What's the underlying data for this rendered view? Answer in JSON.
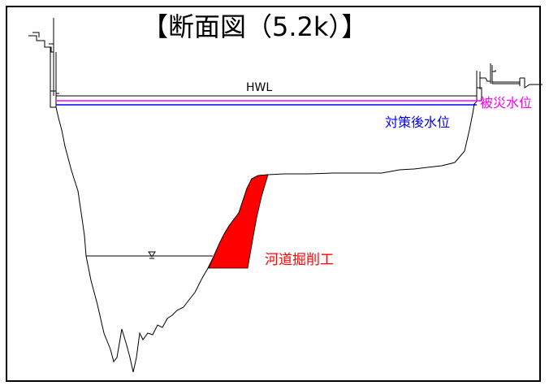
{
  "title": "【断面図（5.2k）】",
  "labels": {
    "hwl": "HWL",
    "disaster_level": "被災水位",
    "post_measure_level": "対策後水位",
    "excavation": "河道掘削工"
  },
  "colors": {
    "disaster_level": "#ff00ff",
    "post_measure_level": "#0000ff",
    "excavation": "#ff0000",
    "ground": "#000000"
  }
}
